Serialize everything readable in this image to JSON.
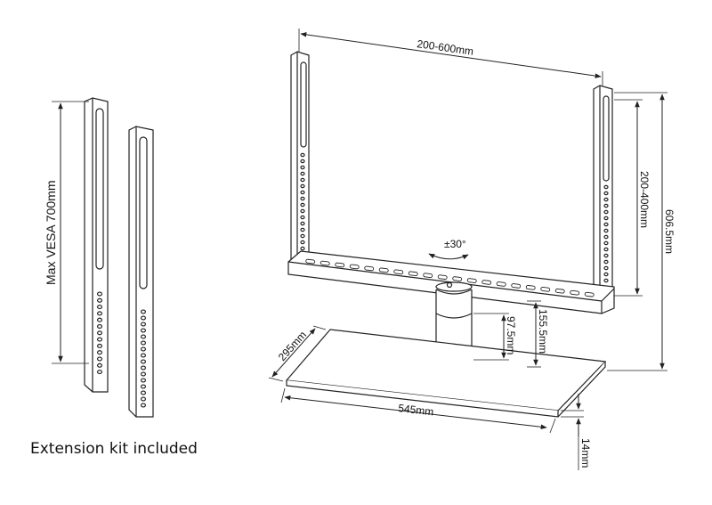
{
  "labels": {
    "max_vesa": "Max VESA 700mm",
    "width_range": "200-600mm",
    "height_range": "200-400mm",
    "total_height": "606.5mm",
    "swivel": "±30°",
    "column_short": "97.5mm",
    "column_tall": "155.5mm",
    "base_depth": "295mm",
    "base_width": "545mm",
    "base_thickness": "14mm"
  },
  "caption": "Extension kit included"
}
